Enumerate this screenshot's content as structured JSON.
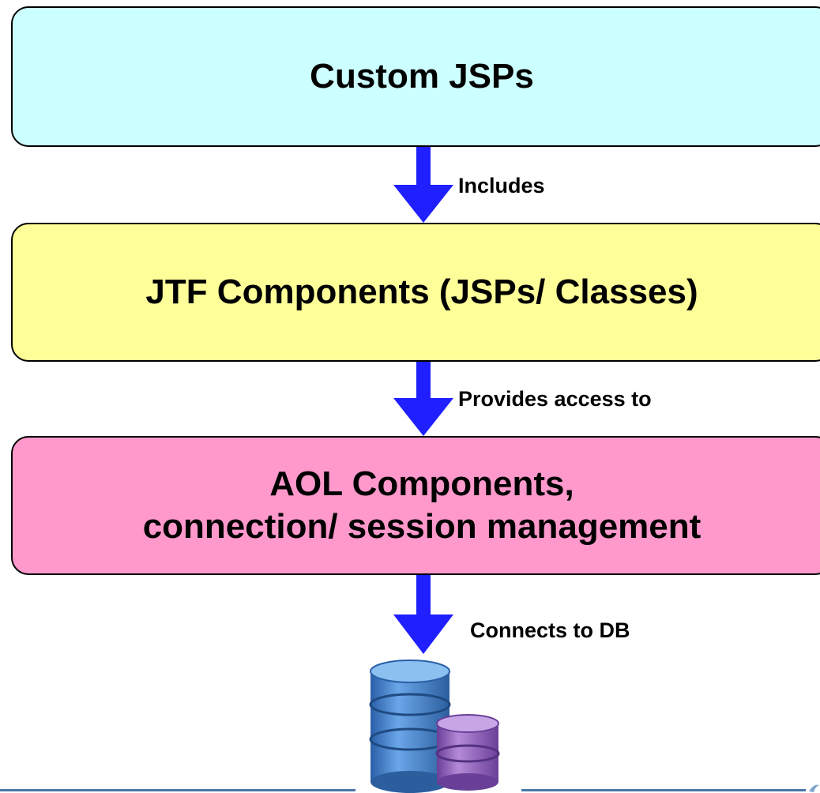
{
  "boxes": {
    "custom": {
      "label": "Custom JSPs",
      "color": "#ccffff"
    },
    "jtf": {
      "label": "JTF Components (JSPs/ Classes)",
      "color": "#ffff99"
    },
    "aol": {
      "line1": "AOL Components,",
      "line2": "connection/ session management",
      "color": "#ff99cc"
    }
  },
  "connectors": [
    {
      "label": "Includes"
    },
    {
      "label": "Provides access to"
    },
    {
      "label": "Connects to DB"
    }
  ],
  "icons": {
    "arrow": "arrow-down-icon",
    "database": "database-icon"
  },
  "colors": {
    "arrow": "#1f1fff",
    "db_blue": "#3a78c8",
    "db_purple": "#8a5ab8",
    "footer_line": "#4a78a8"
  }
}
